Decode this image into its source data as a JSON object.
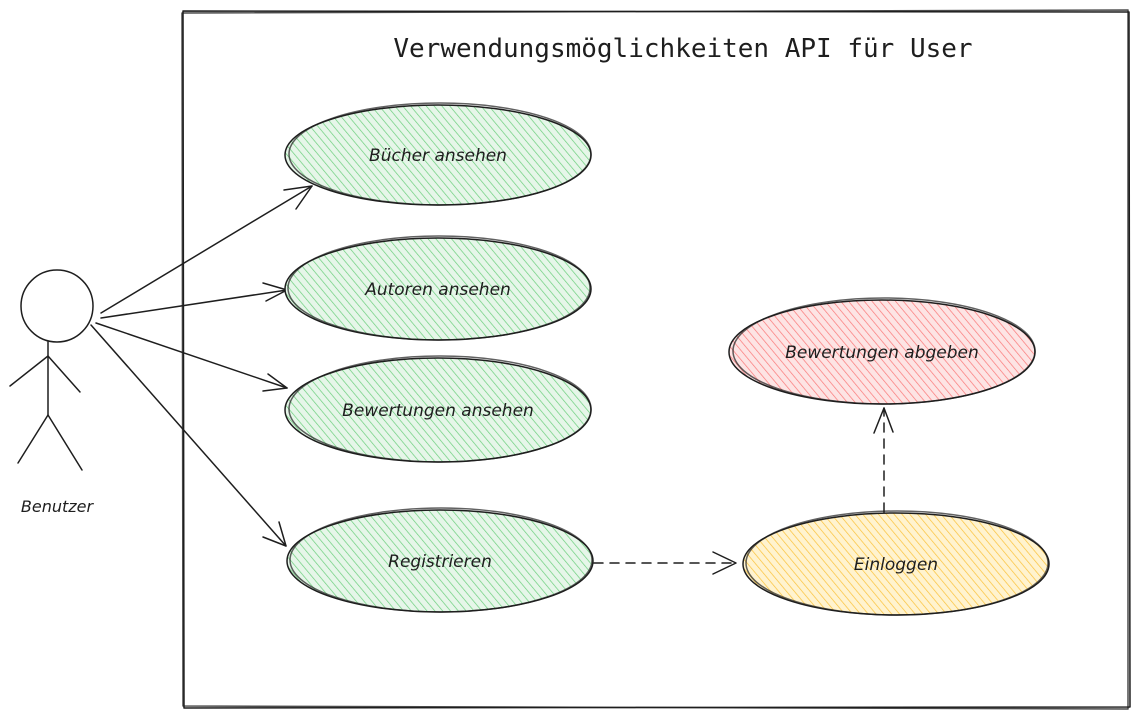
{
  "diagram": {
    "title": "Verwendungsmöglichkeiten API für User",
    "actor": {
      "label": "Benutzer"
    },
    "use_cases": [
      {
        "id": "buecher",
        "label": "Bücher ansehen",
        "color": "#40c057"
      },
      {
        "id": "autoren",
        "label": "Autoren ansehen",
        "color": "#40c057"
      },
      {
        "id": "bewertungen-ansehen",
        "label": "Bewertungen ansehen",
        "color": "#40c057"
      },
      {
        "id": "registrieren",
        "label": "Registrieren",
        "color": "#40c057"
      },
      {
        "id": "einloggen",
        "label": "Einloggen",
        "color": "#fab005"
      },
      {
        "id": "bewertungen-abgeben",
        "label": "Bewertungen abgeben",
        "color": "#fa5252"
      }
    ],
    "relations": [
      {
        "from": "actor",
        "to": "buecher",
        "style": "solid"
      },
      {
        "from": "actor",
        "to": "autoren",
        "style": "solid"
      },
      {
        "from": "actor",
        "to": "bewertungen-ansehen",
        "style": "solid"
      },
      {
        "from": "actor",
        "to": "registrieren",
        "style": "solid"
      },
      {
        "from": "registrieren",
        "to": "einloggen",
        "style": "dashed"
      },
      {
        "from": "einloggen",
        "to": "bewertungen-abgeben",
        "style": "dashed"
      }
    ]
  }
}
